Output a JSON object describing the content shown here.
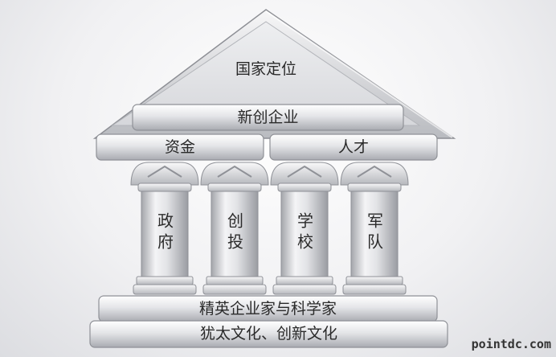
{
  "pediment": {
    "label": "国家定位"
  },
  "frieze": {
    "label": "新创企业"
  },
  "beams": [
    {
      "label": "资金"
    },
    {
      "label": "人才"
    }
  ],
  "pillars": [
    {
      "label": "政府"
    },
    {
      "label": "创投"
    },
    {
      "label": "学校"
    },
    {
      "label": "军队"
    }
  ],
  "steps": [
    {
      "label": "精英企业家与科学家"
    },
    {
      "label": "犹太文化、创新文化"
    }
  ],
  "watermark": "pointdc.com"
}
